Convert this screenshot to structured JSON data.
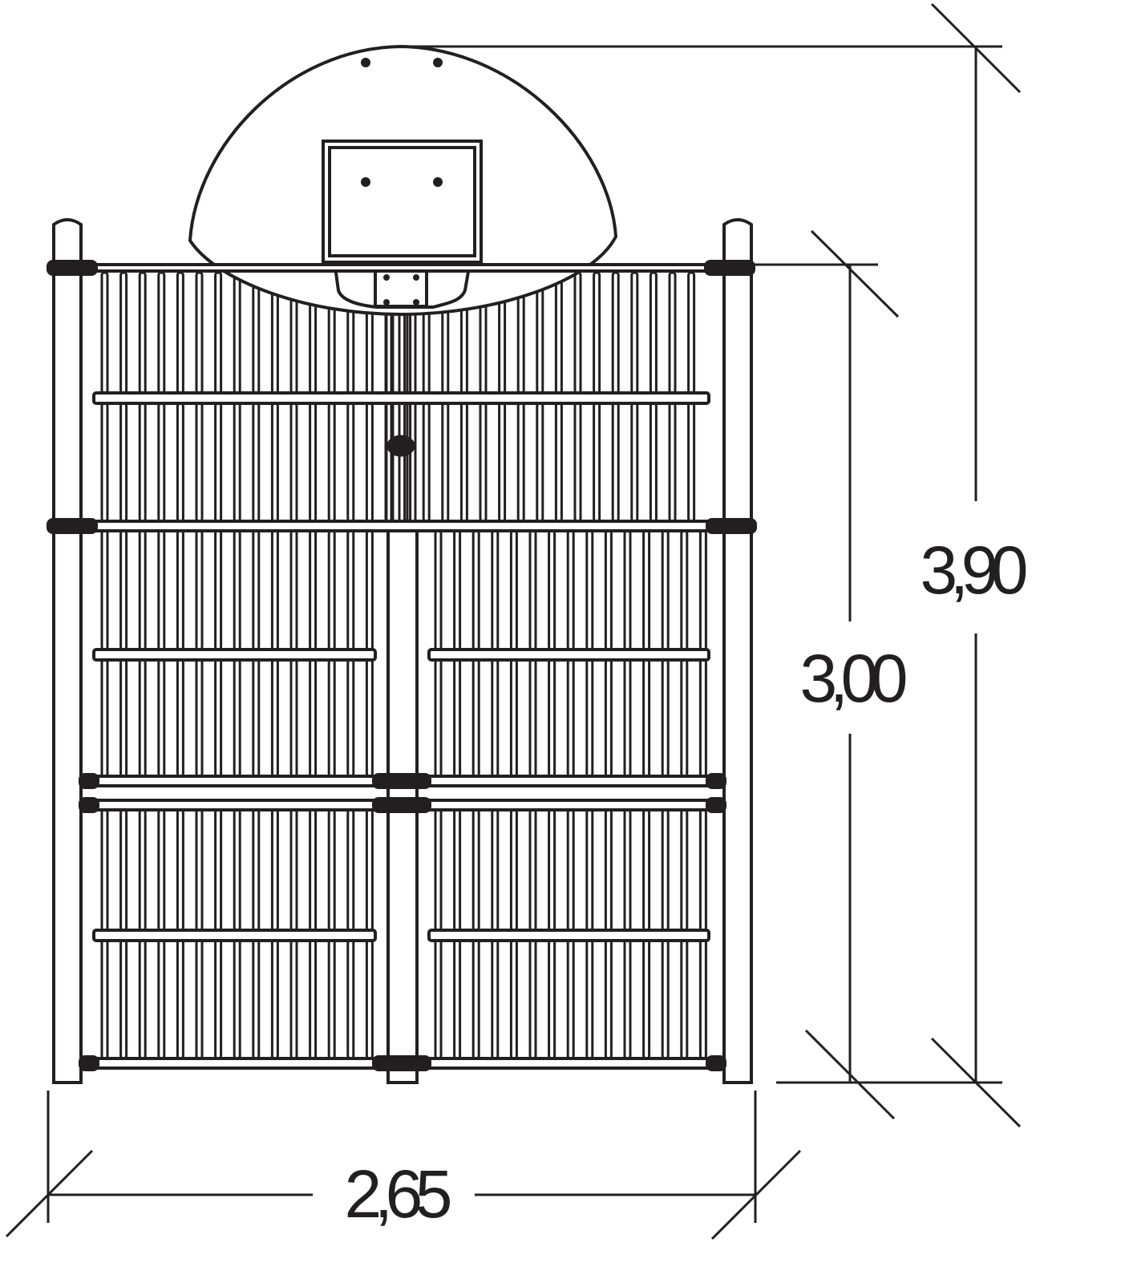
{
  "drawing": {
    "dimensions": {
      "total_height": "3,90",
      "frame_height": "3,00",
      "width": "2,65"
    },
    "colors": {
      "line": "#231f20",
      "background": "#ffffff"
    }
  }
}
